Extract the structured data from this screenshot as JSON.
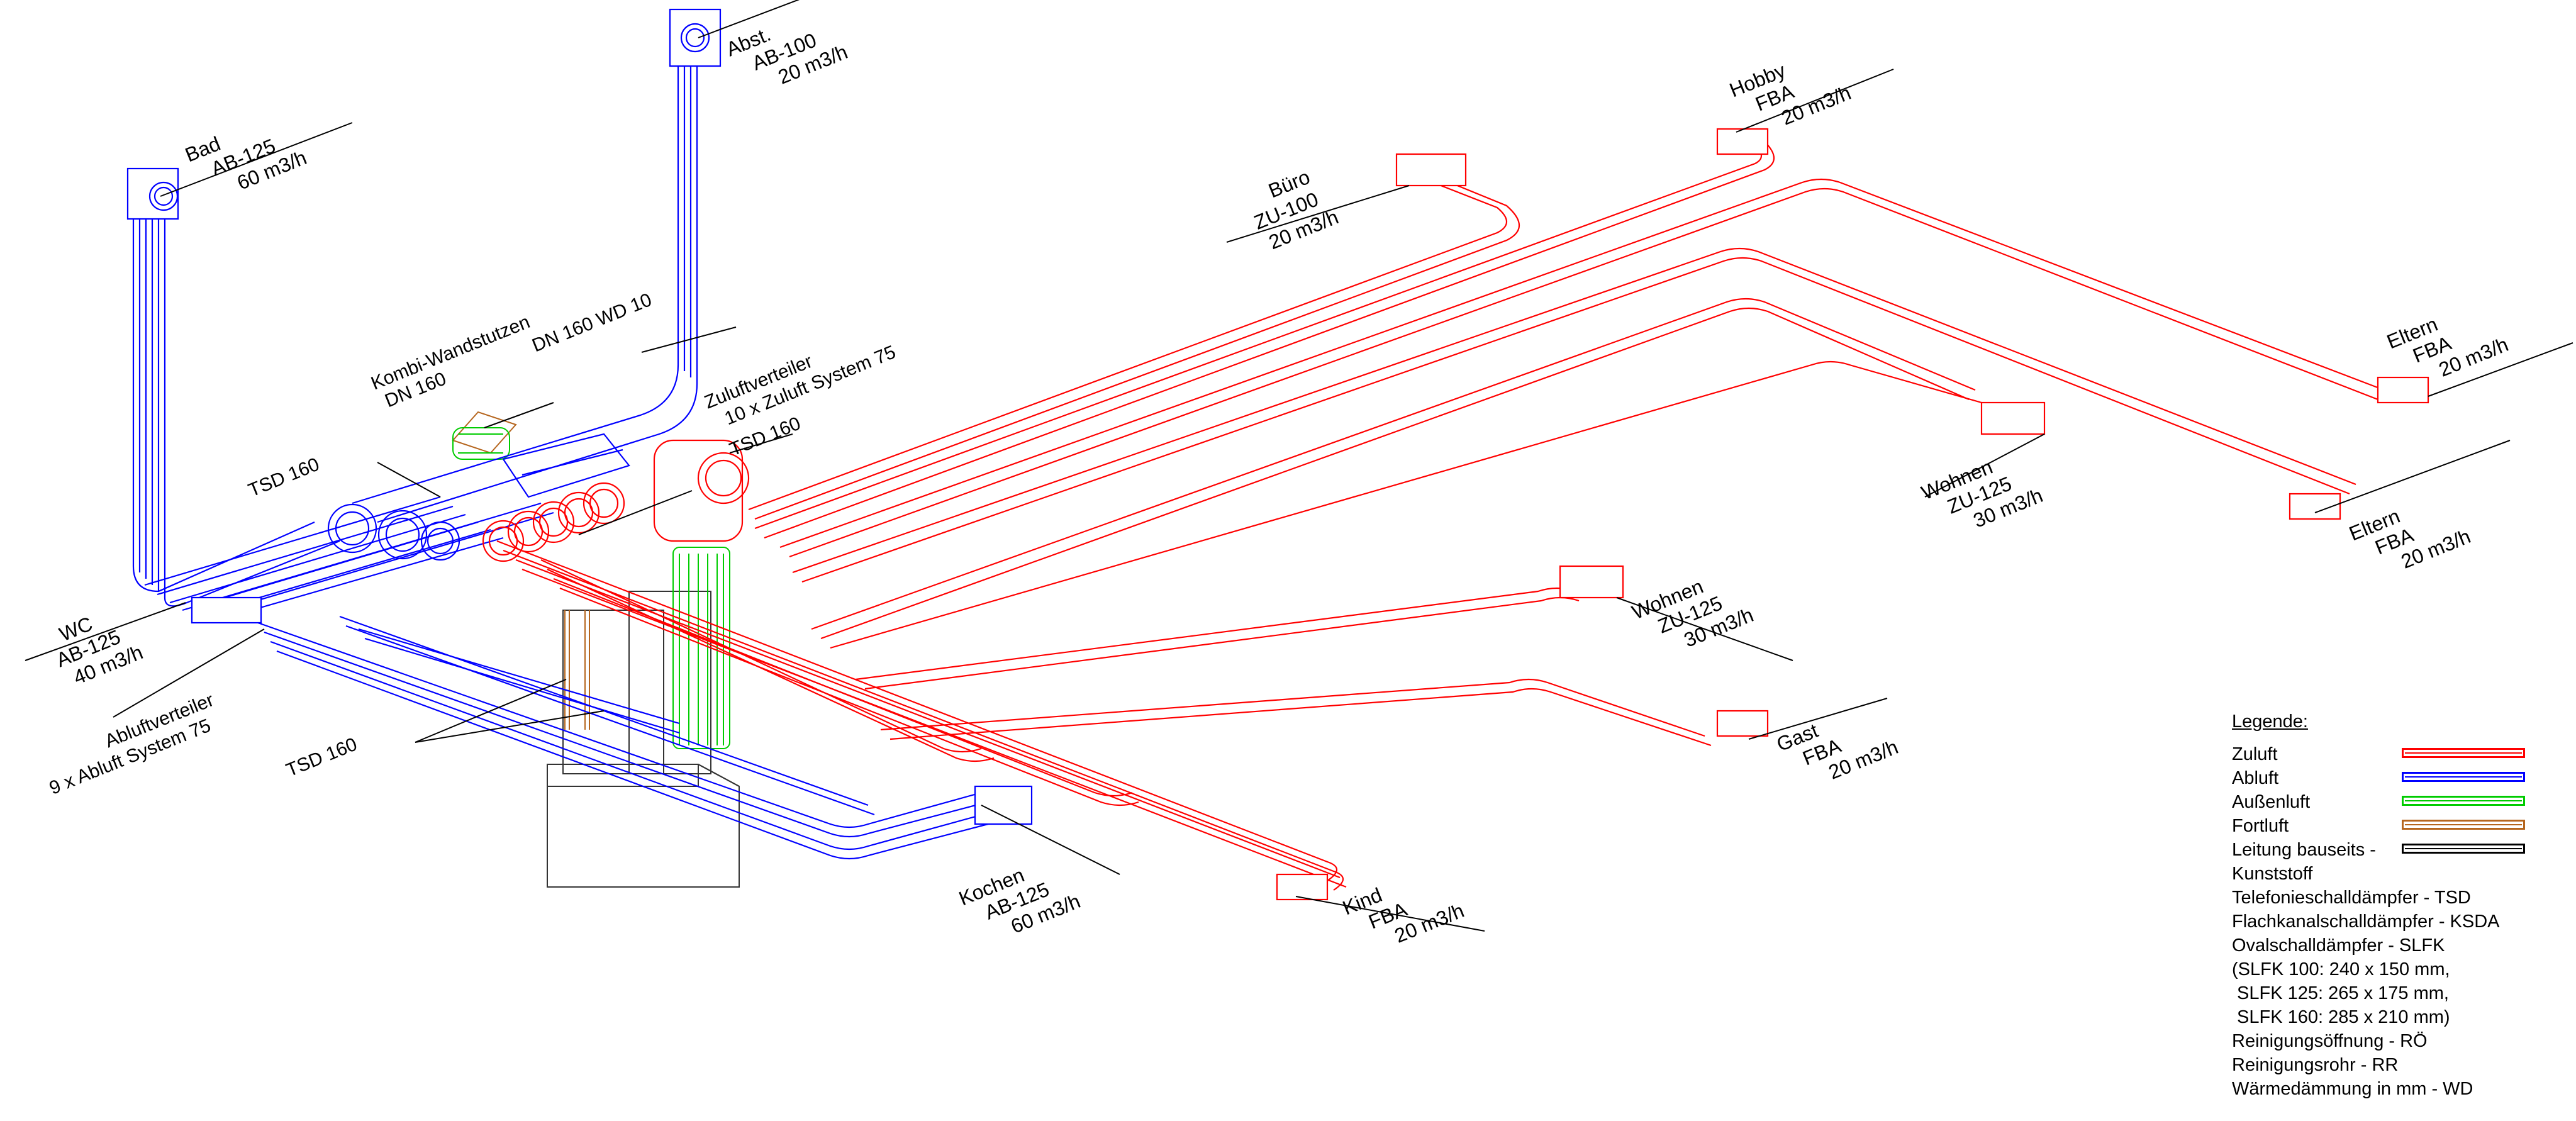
{
  "rooms": {
    "bad": {
      "name": "Bad",
      "type": "AB-125",
      "flow": "60 m3/h"
    },
    "abst": {
      "name": "Abst.",
      "type": "AB-100",
      "flow": "20 m3/h"
    },
    "wc": {
      "name": "WC",
      "type": "AB-125",
      "flow": "40 m3/h"
    },
    "kochen": {
      "name": "Kochen",
      "type": "AB-125",
      "flow": "60 m3/h"
    },
    "buero": {
      "name": "Büro",
      "type": "ZU-100",
      "flow": "20 m3/h"
    },
    "hobby": {
      "name": "Hobby",
      "type": "FBA",
      "flow": "20 m3/h"
    },
    "eltern1": {
      "name": "Eltern",
      "type": "FBA",
      "flow": "20 m3/h"
    },
    "eltern2": {
      "name": "Eltern",
      "type": "FBA",
      "flow": "20 m3/h"
    },
    "wohnen1": {
      "name": "Wohnen",
      "type": "ZU-125",
      "flow": "30 m3/h"
    },
    "wohnen2": {
      "name": "Wohnen",
      "type": "ZU-125",
      "flow": "30 m3/h"
    },
    "gast": {
      "name": "Gast",
      "type": "FBA",
      "flow": "20 m3/h"
    },
    "kind": {
      "name": "Kind",
      "type": "FBA",
      "flow": "20 m3/h"
    }
  },
  "components": {
    "kombi": {
      "name": "Kombi-Wandstutzen",
      "size": "DN 160",
      "insulation": "DN 160 WD 10"
    },
    "zuluftverteiler": {
      "name": "Zuluftverteiler",
      "spec": "10 x Zuluft System 75"
    },
    "abluftverteiler": {
      "name": "Abluftverteiler",
      "spec": "9 x Abluft System 75"
    },
    "tsd_left": "TSD 160",
    "tsd_center": "TSD 160",
    "tsd_bottom": "TSD 160"
  },
  "legend": {
    "title": "Legende:",
    "items": [
      {
        "label": "Zuluft",
        "color": "#ff0000"
      },
      {
        "label": "Abluft",
        "color": "#0000ff"
      },
      {
        "label": "Außenluft",
        "color": "#00cc00"
      },
      {
        "label": "Fortluft",
        "color": "#b5651d"
      },
      {
        "label": "Leitung bauseits -",
        "color": "#000000"
      }
    ],
    "notes": [
      "Kunststoff",
      "Telefonieschalldämpfer - TSD",
      "Flachkanalschalldämpfer - KSDA",
      "Ovalschalldämpfer - SLFK",
      "(SLFK 100: 240 x 150 mm,",
      " SLFK 125: 265 x 175 mm,",
      " SLFK 160: 285 x 210 mm)",
      "Reinigungsöffnung - RÖ",
      "Reinigungsrohr - RR",
      "Wärmedämmung in mm - WD"
    ]
  },
  "colors": {
    "zuluft": "#ff0000",
    "abluft": "#0000ff",
    "aussenluft": "#00cc00",
    "fortluft": "#b5651d",
    "line": "#000000"
  }
}
